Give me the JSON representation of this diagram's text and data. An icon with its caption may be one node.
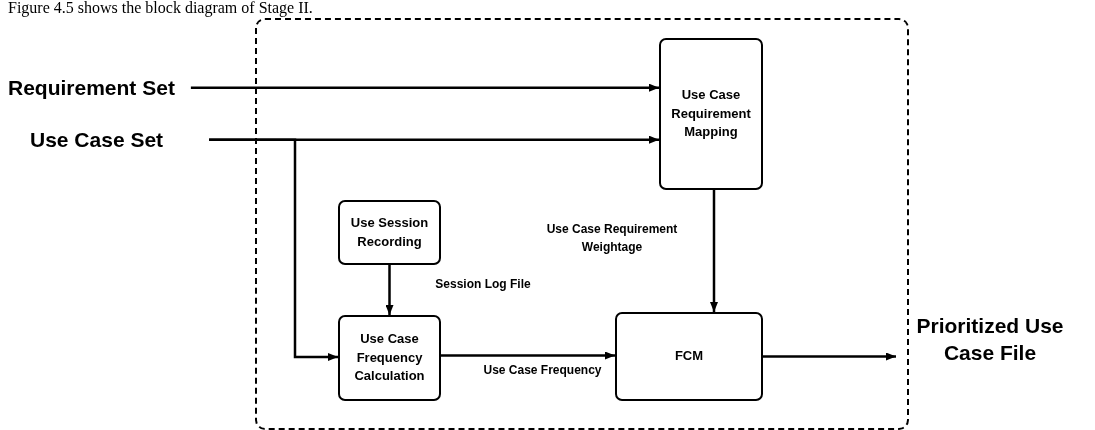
{
  "diagram": {
    "nodes": [
      {
        "text": [],
        "shape": "box"
      },
      {
        "text": [
          "Requirement Set"
        ]
      },
      {
        "text": [
          "Use Case Set"
        ]
      },
      {
        "text": [
          "Use Case Requirement Mapping"
        ],
        "in": 0
      },
      {
        "text": [
          "Use Session Recording"
        ],
        "in": 0
      },
      {
        "text": [
          "Use Case Frequency Calculation"
        ],
        "in": 0
      },
      {
        "text": [
          "FCM"
        ],
        "in": 0
      },
      {
        "text": [
          "Prioritized Use Case File"
        ]
      }
    ],
    "edges": [
      {
        "from": 1,
        "to": 3,
        "arrow": "to"
      },
      {
        "from": 2,
        "to": 3,
        "arrow": "to"
      },
      {
        "from": 2,
        "to": 5,
        "arrow": "to"
      },
      {
        "from": 3,
        "to": 6,
        "arrow": "to",
        "label": "Use Case Requirement Weightage"
      },
      {
        "from": 4,
        "to": 5,
        "arrow": "to",
        "label": "Session Log File"
      },
      {
        "from": 5,
        "to": 6,
        "arrow": "to",
        "label": "Use Case Frequency"
      },
      {
        "from": 6,
        "to": 7,
        "arrow": "to"
      }
    ],
    "labels": [
      "Figure 4.5 shows the block diagram of Stage II."
    ]
  }
}
